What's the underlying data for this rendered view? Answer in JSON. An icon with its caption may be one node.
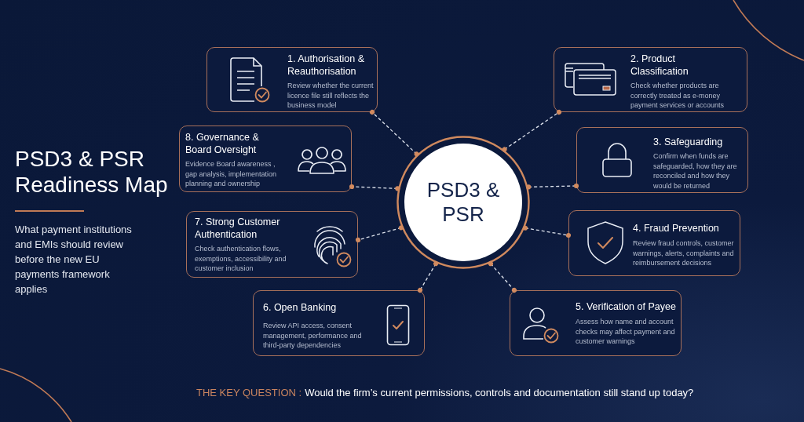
{
  "diagram": {
    "title": "PSD3 & PSR Readiness Map",
    "nodes": [
      {
        "text": [
          "PSD3 & PSR"
        ]
      },
      {
        "text": [
          "1. Authorisation & Reauthorisation",
          "Review whether the current licence file still reflects the business model"
        ]
      },
      {
        "text": [
          "2. Product Classification",
          "Check whether products are correctly treated as e-money payment services or accounts"
        ]
      },
      {
        "text": [
          "3. Safeguarding",
          "Confirm when funds are safeguarded, how they are reconciled and how they would be returned"
        ]
      },
      {
        "text": [
          "4. Fraud Prevention",
          "Review fraud controls, customer warnings, alerts, complaints and reimbursement decisions"
        ]
      },
      {
        "text": [
          "5. Verification of Payee",
          "Assess how name and account checks may affect payment and customer warnings"
        ]
      },
      {
        "text": [
          "6. Open Banking",
          "Review API access, consent management, performance and third-party dependencies"
        ]
      },
      {
        "text": [
          "7. Strong Customer Authentication",
          "Check authentication flows, exemptions, accessibility and customer inclusion"
        ]
      },
      {
        "text": [
          "8. Governance & Board Oversight",
          "Evidence Board awareness , gap analysis, implementation planning and ownership"
        ]
      }
    ],
    "edges": [
      {
        "from": 0,
        "to": 1,
        "arrow": "other",
        "style": "dashed"
      },
      {
        "from": 0,
        "to": 2,
        "arrow": "other",
        "style": "dashed"
      },
      {
        "from": 0,
        "to": 3,
        "arrow": "other",
        "style": "dashed"
      },
      {
        "from": 0,
        "to": 4,
        "arrow": "other",
        "style": "dashed"
      },
      {
        "from": 0,
        "to": 5,
        "arrow": "other",
        "style": "dashed"
      },
      {
        "from": 0,
        "to": 6,
        "arrow": "other",
        "style": "dashed"
      },
      {
        "from": 0,
        "to": 7,
        "arrow": "other",
        "style": "dashed"
      },
      {
        "from": 0,
        "to": 8,
        "arrow": "other",
        "style": "dashed"
      }
    ],
    "labels": [
      "What payment institutions and EMIs should review before the new EU payments framework applies",
      "THE KEY QUESTION :",
      "Would the firm’s current permissions, controls and documentation still stand up today?"
    ]
  }
}
